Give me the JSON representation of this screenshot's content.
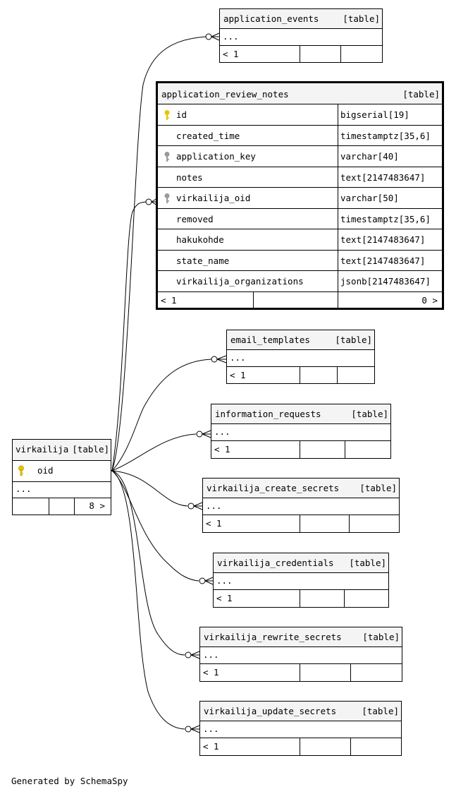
{
  "focus_table": {
    "name": "application_review_notes",
    "tag": "[table]",
    "columns": [
      {
        "name": "id",
        "type": "bigserial[19]",
        "key": "primary"
      },
      {
        "name": "created_time",
        "type": "timestamptz[35,6]",
        "key": ""
      },
      {
        "name": "application_key",
        "type": "varchar[40]",
        "key": "foreign"
      },
      {
        "name": "notes",
        "type": "text[2147483647]",
        "key": ""
      },
      {
        "name": "virkailija_oid",
        "type": "varchar[50]",
        "key": "foreign"
      },
      {
        "name": "removed",
        "type": "timestamptz[35,6]",
        "key": ""
      },
      {
        "name": "hakukohde",
        "type": "text[2147483647]",
        "key": ""
      },
      {
        "name": "state_name",
        "type": "text[2147483647]",
        "key": ""
      },
      {
        "name": "virkailija_organizations",
        "type": "jsonb[2147483647]",
        "key": ""
      }
    ],
    "footer_left": "< 1",
    "footer_right": "0 >"
  },
  "parent_table": {
    "name": "virkailija",
    "tag": "[table]",
    "column": "oid",
    "ellipsis": "...",
    "footer_right": "8 >"
  },
  "related_tables": [
    {
      "name": "application_events",
      "tag": "[table]",
      "ellipsis": "...",
      "footer_left": "< 1"
    },
    {
      "name": "email_templates",
      "tag": "[table]",
      "ellipsis": "...",
      "footer_left": "< 1"
    },
    {
      "name": "information_requests",
      "tag": "[table]",
      "ellipsis": "...",
      "footer_left": "< 1"
    },
    {
      "name": "virkailija_create_secrets",
      "tag": "[table]",
      "ellipsis": "...",
      "footer_left": "< 1"
    },
    {
      "name": "virkailija_credentials",
      "tag": "[table]",
      "ellipsis": "...",
      "footer_left": "< 1"
    },
    {
      "name": "virkailija_rewrite_secrets",
      "tag": "[table]",
      "ellipsis": "...",
      "footer_left": "< 1"
    },
    {
      "name": "virkailija_update_secrets",
      "tag": "[table]",
      "ellipsis": "...",
      "footer_left": "< 1"
    }
  ],
  "colors": {
    "primary_key": "#e8c400",
    "foreign_key": "#9a9a9a"
  },
  "footer_note": "Generated by SchemaSpy"
}
